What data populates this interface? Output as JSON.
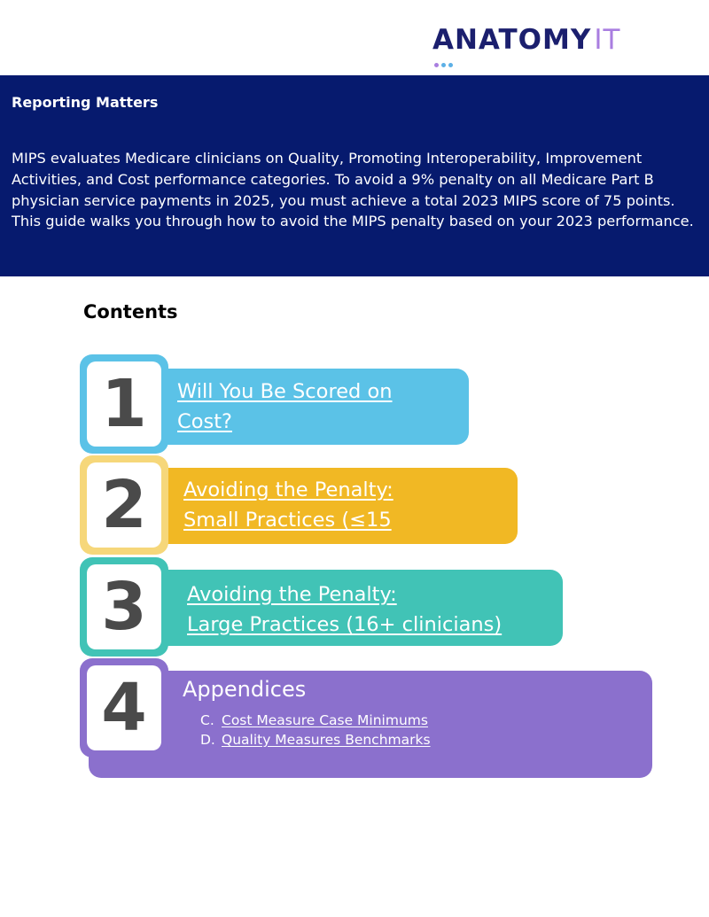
{
  "logo": {
    "main": "ANATOMY",
    "suffix": "IT",
    "colors": {
      "main": "#1b1f6e",
      "suffix": "#a97ee0",
      "dots": [
        "#a97ee0",
        "#5db0e6",
        "#5db0e6"
      ]
    }
  },
  "banner": {
    "title": "Reporting Matters",
    "body": "MIPS evaluates Medicare clinicians on Quality, Promoting Interoperability, Improvement Activities, and Cost performance categories. To avoid a 9% penalty on all Medicare Part B physician service payments in 2025, you must achieve a total 2023 MIPS score of 75 points. This guide walks you through how to avoid the MIPS penalty based on your 2023 performance.",
    "background": "#061a6e"
  },
  "contents": {
    "title": "Contents",
    "sections": [
      {
        "number": "1",
        "lines": [
          "Will You Be Scored on",
          "Cost?"
        ],
        "color": "#5bc2e7",
        "frame": "#5bc2e7"
      },
      {
        "number": "2",
        "lines": [
          "Avoiding the Penalty:",
          "Small Practices (≤15"
        ],
        "color": "#f1b824",
        "frame": "#f6d77a"
      },
      {
        "number": "3",
        "lines": [
          "Avoiding the Penalty:",
          "Large Practices (16+ clinicians)"
        ],
        "color": "#41c3b6",
        "frame": "#41c3b6"
      },
      {
        "number": "4",
        "title": "Appendices",
        "color": "#8b70cd",
        "frame": "#8b70cd",
        "items": [
          {
            "marker": "C.",
            "label": "Cost Measure Case Minimums"
          },
          {
            "marker": "D.",
            "label": "Quality Measures Benchmarks"
          }
        ]
      }
    ]
  }
}
